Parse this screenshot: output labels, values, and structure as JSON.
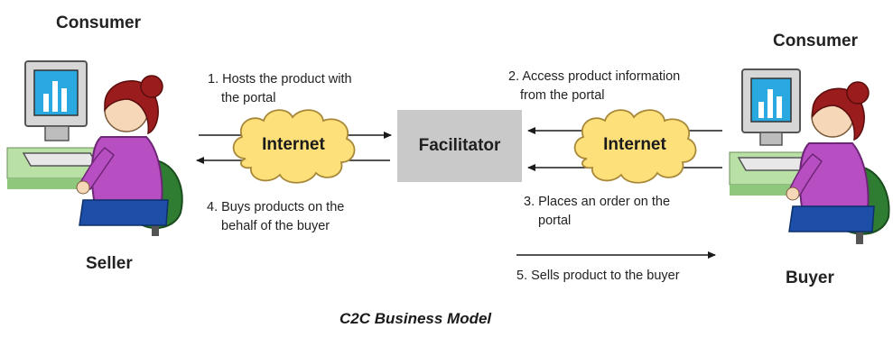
{
  "left_party": {
    "top_label": "Consumer",
    "bottom_label": "Seller"
  },
  "right_party": {
    "top_label": "Consumer",
    "bottom_label": "Buyer"
  },
  "clouds": {
    "left_label": "Internet",
    "right_label": "Internet"
  },
  "facilitator": {
    "label": "Facilitator",
    "color": "#c9c9c9"
  },
  "steps": {
    "step1": [
      "1. Hosts the product with",
      "the portal"
    ],
    "step2": [
      "2. Access product information",
      "from the portal"
    ],
    "step3": [
      "3. Places an order on the",
      "portal"
    ],
    "step4": [
      "4. Buys products on the",
      "behalf of the buyer"
    ],
    "step5": "5. Sells product to the buyer"
  },
  "caption": "C2C Business Model",
  "colors": {
    "cloud_fill": "#fde07a",
    "cloud_stroke": "#a8893a",
    "person_top": "#b74fc2",
    "hair": "#9b1c1c",
    "chair": "#2e7d32",
    "monitor_screen": "#2aa9e0",
    "desk": "#b9e0a5"
  },
  "icons": [
    "consumer-seller-icon",
    "consumer-buyer-icon",
    "internet-cloud-icon"
  ]
}
